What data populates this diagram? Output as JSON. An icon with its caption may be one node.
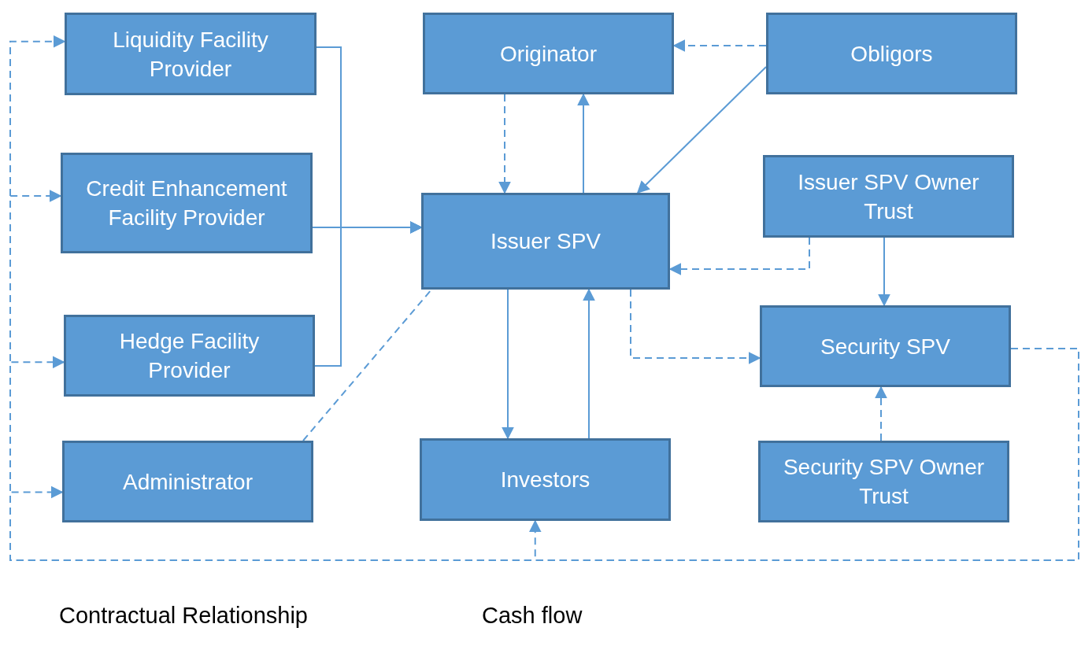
{
  "diagram": {
    "nodes": [
      {
        "text": [
          "Liquidity Facility Provider"
        ]
      },
      {
        "text": [
          "Credit Enhancement Facility Provider"
        ]
      },
      {
        "text": [
          "Hedge Facility Provider"
        ]
      },
      {
        "text": [
          "Administrator"
        ]
      },
      {
        "text": [
          "Originator"
        ]
      },
      {
        "text": [
          "Obligors"
        ]
      },
      {
        "text": [
          "Issuer SPV"
        ]
      },
      {
        "text": [
          "Issuer SPV Owner Trust"
        ]
      },
      {
        "text": [
          "Security SPV"
        ]
      },
      {
        "text": [
          "Investors"
        ]
      },
      {
        "text": [
          "Security SPV Owner Trust"
        ]
      }
    ],
    "edges": [
      {
        "from": 8,
        "to": 0,
        "arrow": "to",
        "style": "dashed"
      },
      {
        "from": 8,
        "to": 1,
        "arrow": "to",
        "style": "dashed"
      },
      {
        "from": 8,
        "to": 2,
        "arrow": "to",
        "style": "dashed"
      },
      {
        "from": 8,
        "to": 3,
        "arrow": "to",
        "style": "dashed"
      },
      {
        "from": 8,
        "to": 9,
        "arrow": "to",
        "style": "dashed"
      },
      {
        "from": 0,
        "to": 6,
        "arrow": "to"
      },
      {
        "from": 1,
        "to": 6,
        "arrow": "to"
      },
      {
        "from": 2,
        "to": 6,
        "arrow": "to"
      },
      {
        "from": 3,
        "to": 6,
        "arrow": "none",
        "style": "dashed"
      },
      {
        "from": 5,
        "to": 4,
        "arrow": "to",
        "style": "dashed"
      },
      {
        "from": 5,
        "to": 6,
        "arrow": "to"
      },
      {
        "from": 4,
        "to": 6,
        "arrow": "to",
        "style": "dashed"
      },
      {
        "from": 6,
        "to": 4,
        "arrow": "to"
      },
      {
        "from": 7,
        "to": 6,
        "arrow": "to",
        "style": "dashed"
      },
      {
        "from": 7,
        "to": 8,
        "arrow": "to"
      },
      {
        "from": 6,
        "to": 8,
        "arrow": "to",
        "style": "dashed"
      },
      {
        "from": 6,
        "to": 9,
        "arrow": "to"
      },
      {
        "from": 9,
        "to": 6,
        "arrow": "to"
      },
      {
        "from": 10,
        "to": 8,
        "arrow": "to",
        "style": "dashed"
      }
    ],
    "labels": [
      "Contractual Relationship",
      "Cash flow"
    ]
  }
}
